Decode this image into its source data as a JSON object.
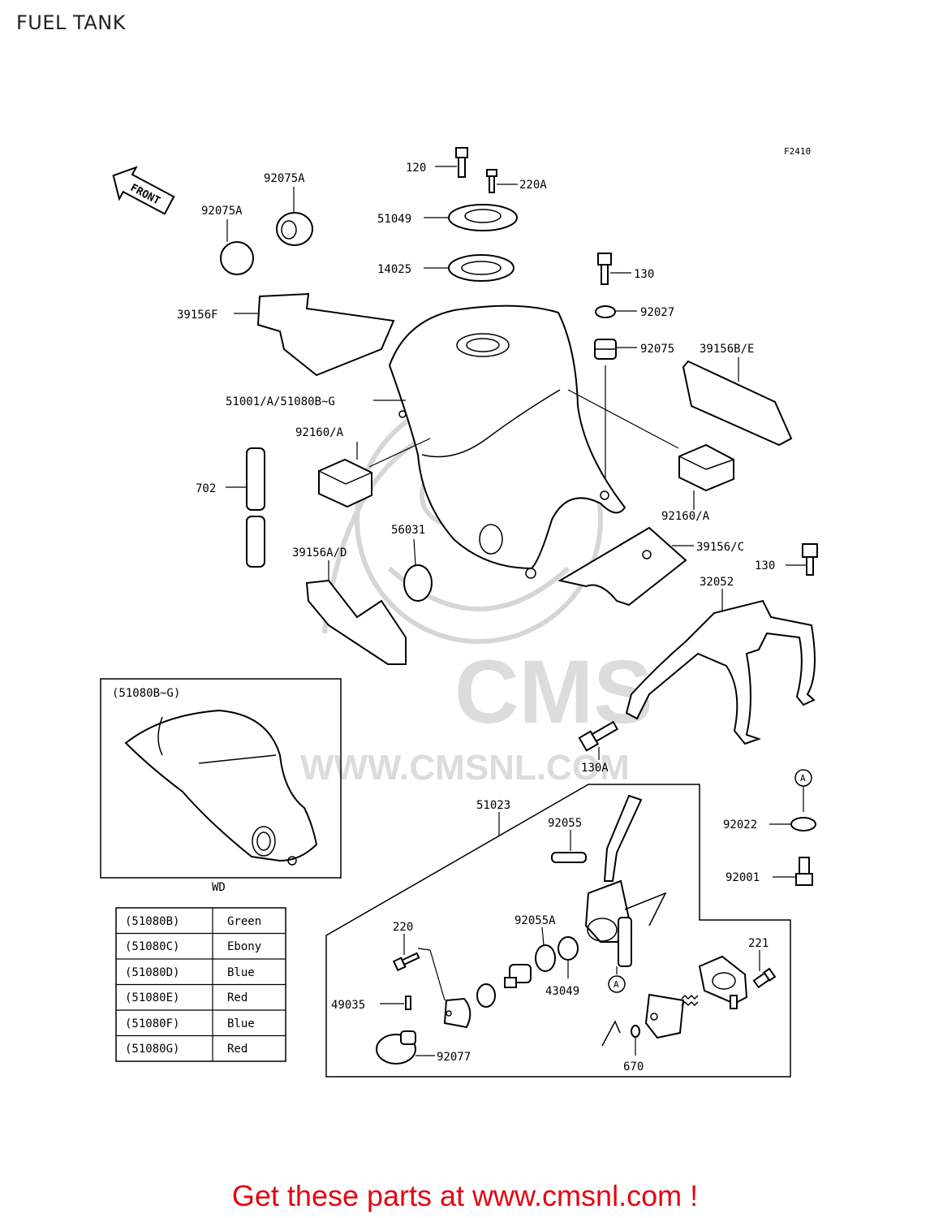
{
  "page": {
    "title": "FUEL TANK"
  },
  "diagram": {
    "figure_code": "F2410",
    "front_arrow_label": "FRONT",
    "callouts": {
      "c120_top": "120",
      "c220a": "220A",
      "c51049": "51049",
      "c14025": "14025",
      "c92075a_1": "92075A",
      "c92075a_2": "92075A",
      "c39156f": "39156F",
      "c130_top": "130",
      "c92027": "92027",
      "c92075": "92075",
      "c39156be": "39156B/E",
      "c51001": "51001/A/51080B~G",
      "c92160a_left": "92160/A",
      "c702": "702",
      "c92160a_right": "92160/A",
      "c56031": "56031",
      "c39156c": "39156/C",
      "c39156ad": "39156A/D",
      "c130_right": "130",
      "c32052": "32052",
      "c130a": "130A",
      "c51023": "51023",
      "c92055": "92055",
      "c92022": "92022",
      "c92001": "92001",
      "c220": "220",
      "c92055a": "92055A",
      "c221": "221",
      "c43049": "43049",
      "c49035": "49035",
      "c92077": "92077",
      "c670": "670",
      "marker_a_1": "A",
      "marker_a_2": "A"
    },
    "inset": {
      "title": "(51080B~G)",
      "caption": "WD"
    },
    "color_table": [
      {
        "code": "(51080B)",
        "color": "Green"
      },
      {
        "code": "(51080C)",
        "color": "Ebony"
      },
      {
        "code": "(51080D)",
        "color": "Blue"
      },
      {
        "code": "(51080E)",
        "color": "Red"
      },
      {
        "code": "(51080F)",
        "color": "Blue"
      },
      {
        "code": "(51080G)",
        "color": "Red"
      }
    ],
    "watermark": {
      "brand": "CMS",
      "url": "WWW.CMSNL.COM"
    }
  },
  "footer": {
    "promo_text": "Get these parts at www.cmsnl.com !"
  }
}
